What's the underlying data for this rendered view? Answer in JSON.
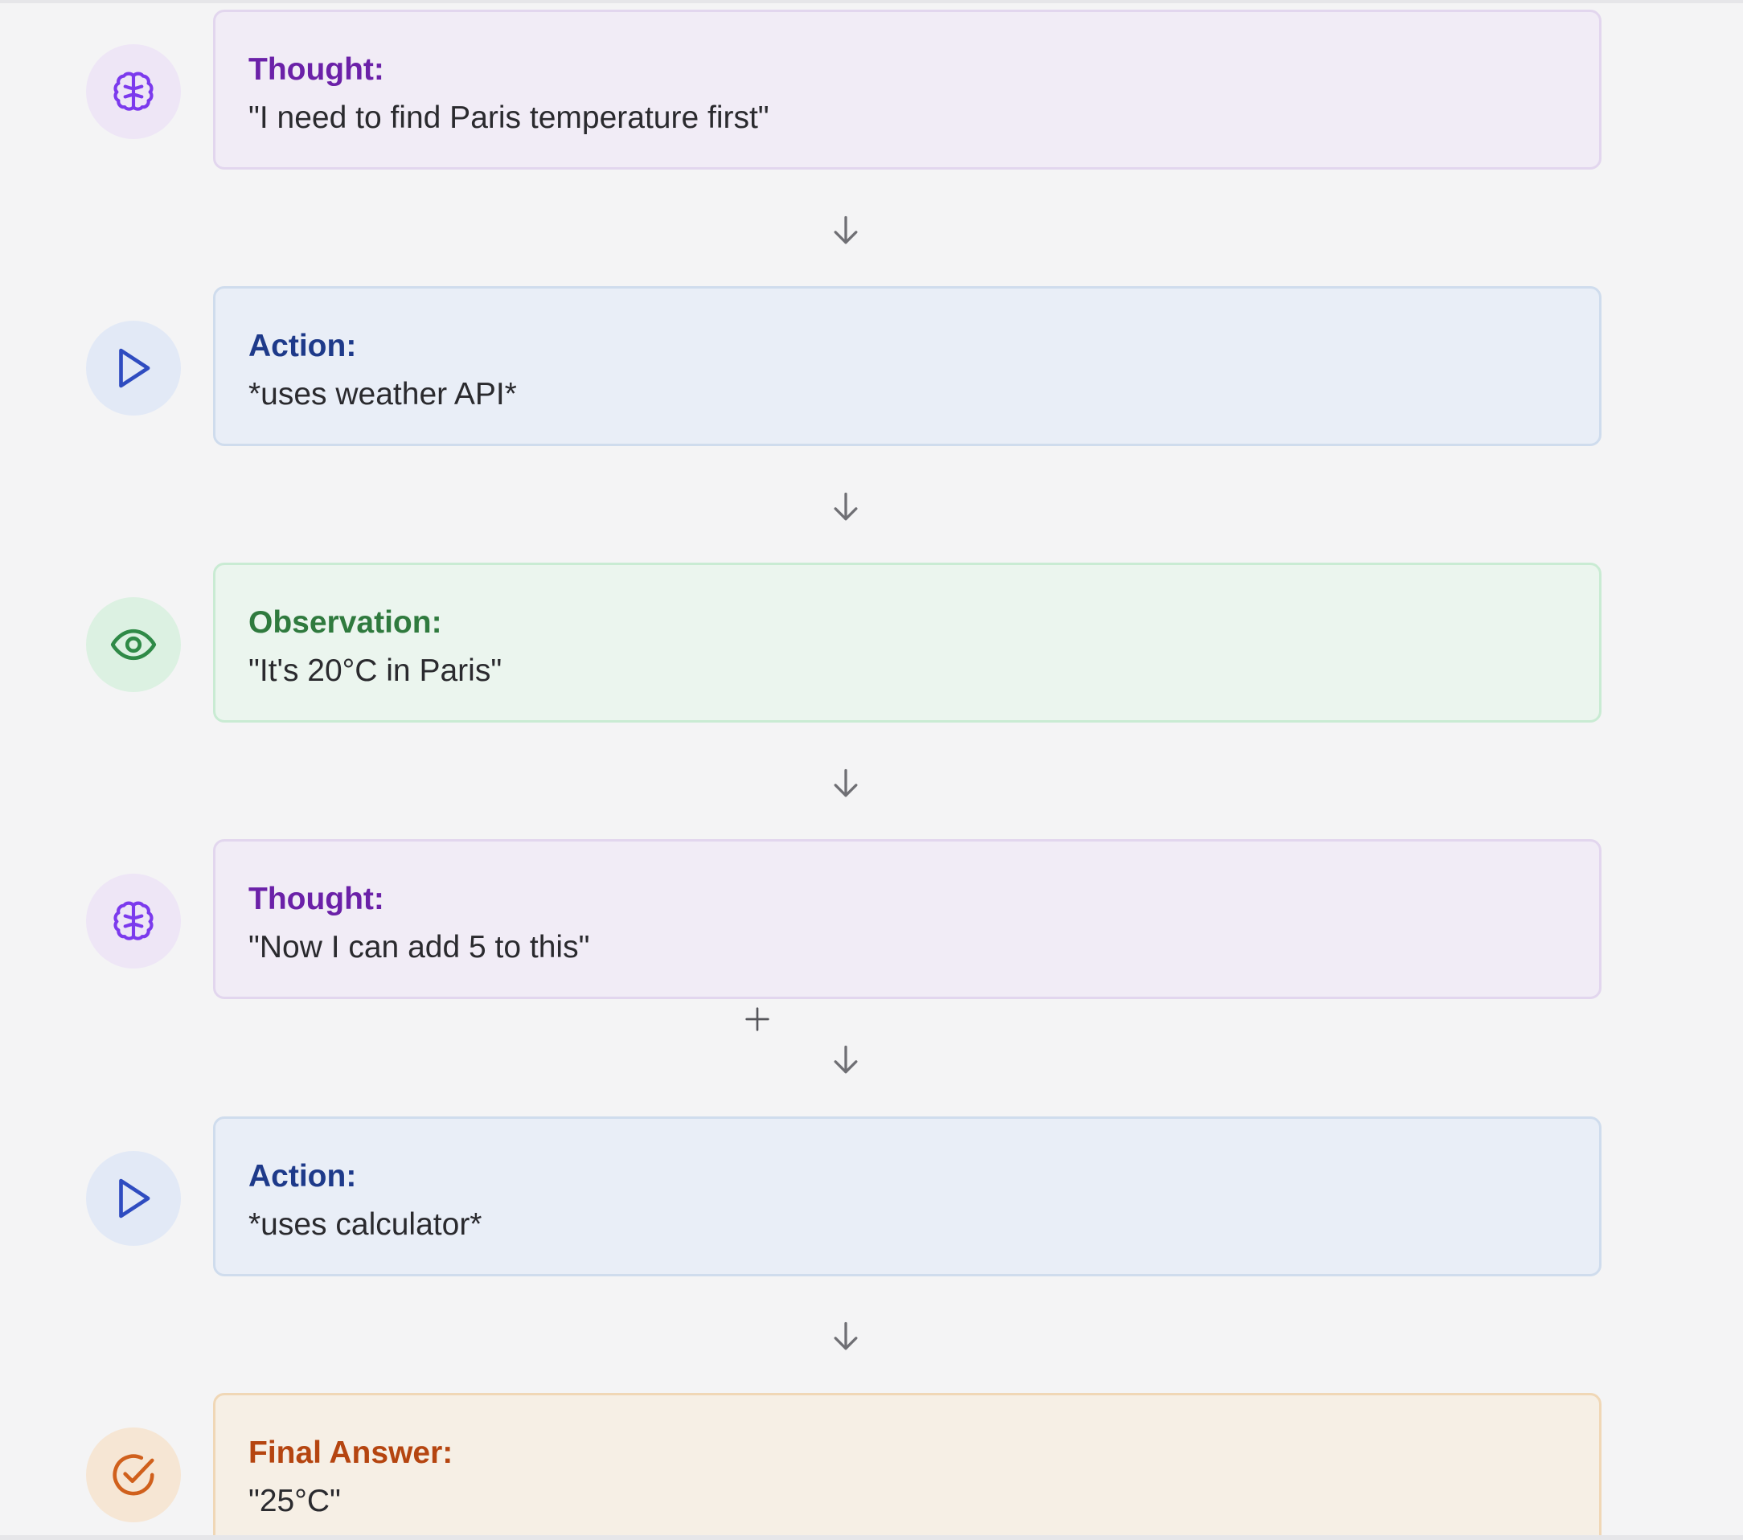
{
  "steps": [
    {
      "type": "thought",
      "icon": "brain-icon",
      "title": "Thought:",
      "text": "\"I need to find Paris temperature first\""
    },
    {
      "type": "action",
      "icon": "play-icon",
      "title": "Action:",
      "text": "*uses weather API*"
    },
    {
      "type": "observation",
      "icon": "eye-icon",
      "title": "Observation:",
      "text": "\"It's 20°C in Paris\""
    },
    {
      "type": "thought",
      "icon": "brain-icon",
      "title": "Thought:",
      "text": "\"Now I can add 5 to this\""
    },
    {
      "type": "action",
      "icon": "play-icon",
      "title": "Action:",
      "text": "*uses calculator*"
    },
    {
      "type": "final",
      "icon": "check-circle-icon",
      "title": "Final Answer:",
      "text": "\"25°C\""
    }
  ],
  "colors": {
    "thought": "#6b21a8",
    "action": "#1e3a8a",
    "observation": "#2f7a3e",
    "final": "#b54510"
  }
}
